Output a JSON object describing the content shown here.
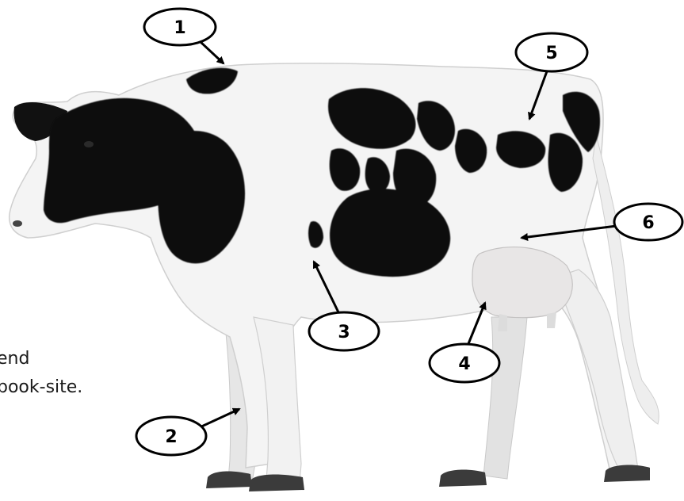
{
  "background_text": {
    "line1": "end",
    "line2": "book-site."
  },
  "callouts": [
    {
      "number": "1"
    },
    {
      "number": "2"
    },
    {
      "number": "3"
    },
    {
      "number": "4"
    },
    {
      "number": "5"
    },
    {
      "number": "6"
    }
  ],
  "colors": {
    "hide": "#f4f4f4",
    "spots": "#111111",
    "udder": "#e8e6e6",
    "hoof": "#3b3b3b"
  }
}
